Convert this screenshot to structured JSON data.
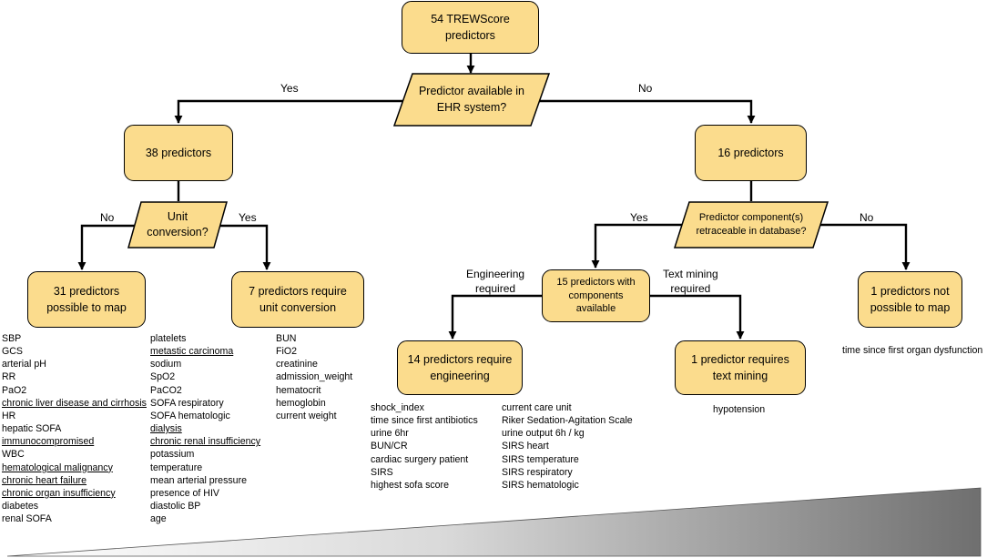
{
  "nodes": {
    "root": "54 TREWScore predictors",
    "q_available": [
      "Predictor available in",
      "EHR system?"
    ],
    "n38": "38 predictors",
    "n16": "16 predictors",
    "q_unit": [
      "Unit",
      "conversion?"
    ],
    "q_retrace": [
      "Predictor component(s)",
      "retraceable in database?"
    ],
    "n31": [
      "31 predictors",
      "possible to map"
    ],
    "n7": [
      "7 predictors require",
      "unit conversion"
    ],
    "n15": [
      "15 predictors with",
      "components available"
    ],
    "n1_not": [
      "1 predictors not",
      "possible to map"
    ],
    "n14": [
      "14 predictors require",
      "engineering"
    ],
    "n1_text": [
      "1 predictor requires",
      "text mining"
    ]
  },
  "edge_labels": {
    "avail_yes": "Yes",
    "avail_no": "No",
    "unit_no": "No",
    "unit_yes": "Yes",
    "retrace_yes": "Yes",
    "retrace_no": "No",
    "engineering": [
      "Engineering",
      "required"
    ],
    "text_mining": [
      "Text mining",
      "required"
    ]
  },
  "lists": {
    "map_col1": [
      {
        "t": "SBP",
        "u": false
      },
      {
        "t": "GCS",
        "u": false
      },
      {
        "t": "arterial pH",
        "u": false
      },
      {
        "t": "RR",
        "u": false
      },
      {
        "t": "PaO2",
        "u": false
      },
      {
        "t": "chronic liver disease and cirrhosis",
        "u": true
      },
      {
        "t": "HR",
        "u": false
      },
      {
        "t": "hepatic SOFA",
        "u": false
      },
      {
        "t": "immunocompromised",
        "u": true
      },
      {
        "t": "WBC",
        "u": false
      },
      {
        "t": "hematological malignancy",
        "u": true
      },
      {
        "t": "chronic heart failure",
        "u": true
      },
      {
        "t": "chronic organ insufficiency",
        "u": true
      },
      {
        "t": "diabetes",
        "u": false
      },
      {
        "t": "renal SOFA",
        "u": false
      }
    ],
    "map_col2": [
      {
        "t": "platelets",
        "u": false
      },
      {
        "t": "metastic carcinoma",
        "u": true
      },
      {
        "t": "sodium",
        "u": false
      },
      {
        "t": "SpO2",
        "u": false
      },
      {
        "t": "PaCO2",
        "u": false
      },
      {
        "t": "SOFA respiratory",
        "u": false
      },
      {
        "t": "SOFA hematologic",
        "u": false
      },
      {
        "t": "dialysis",
        "u": true
      },
      {
        "t": "chronic renal insufficiency",
        "u": true
      },
      {
        "t": "potassium",
        "u": false
      },
      {
        "t": "temperature",
        "u": false
      },
      {
        "t": "mean arterial pressure",
        "u": false
      },
      {
        "t": "presence of HIV",
        "u": false
      },
      {
        "t": "diastolic BP",
        "u": false
      },
      {
        "t": "age",
        "u": false
      }
    ],
    "unit_conversion": [
      "BUN",
      "FiO2",
      "creatinine",
      "admission_weight",
      "hematocrit",
      "hemoglobin",
      "current weight"
    ],
    "engineering_col1": [
      "shock_index",
      "time since first antibiotics",
      "urine 6hr",
      "BUN/CR",
      "cardiac surgery patient",
      "SIRS",
      "highest sofa score"
    ],
    "engineering_col2": [
      "current care unit",
      "Riker Sedation-Agitation Scale",
      "urine output 6h / kg",
      "SIRS heart",
      "SIRS temperature",
      "SIRS respiratory",
      "SIRS hematologic"
    ],
    "text_mining": [
      "hypotension"
    ],
    "not_mappable": [
      "time since first organ dysfunction"
    ]
  },
  "colors": {
    "box_fill": "#fbdc8d",
    "border": "#000000",
    "ramp_light": "#ffffff",
    "ramp_dark": "#6f6f6f"
  }
}
